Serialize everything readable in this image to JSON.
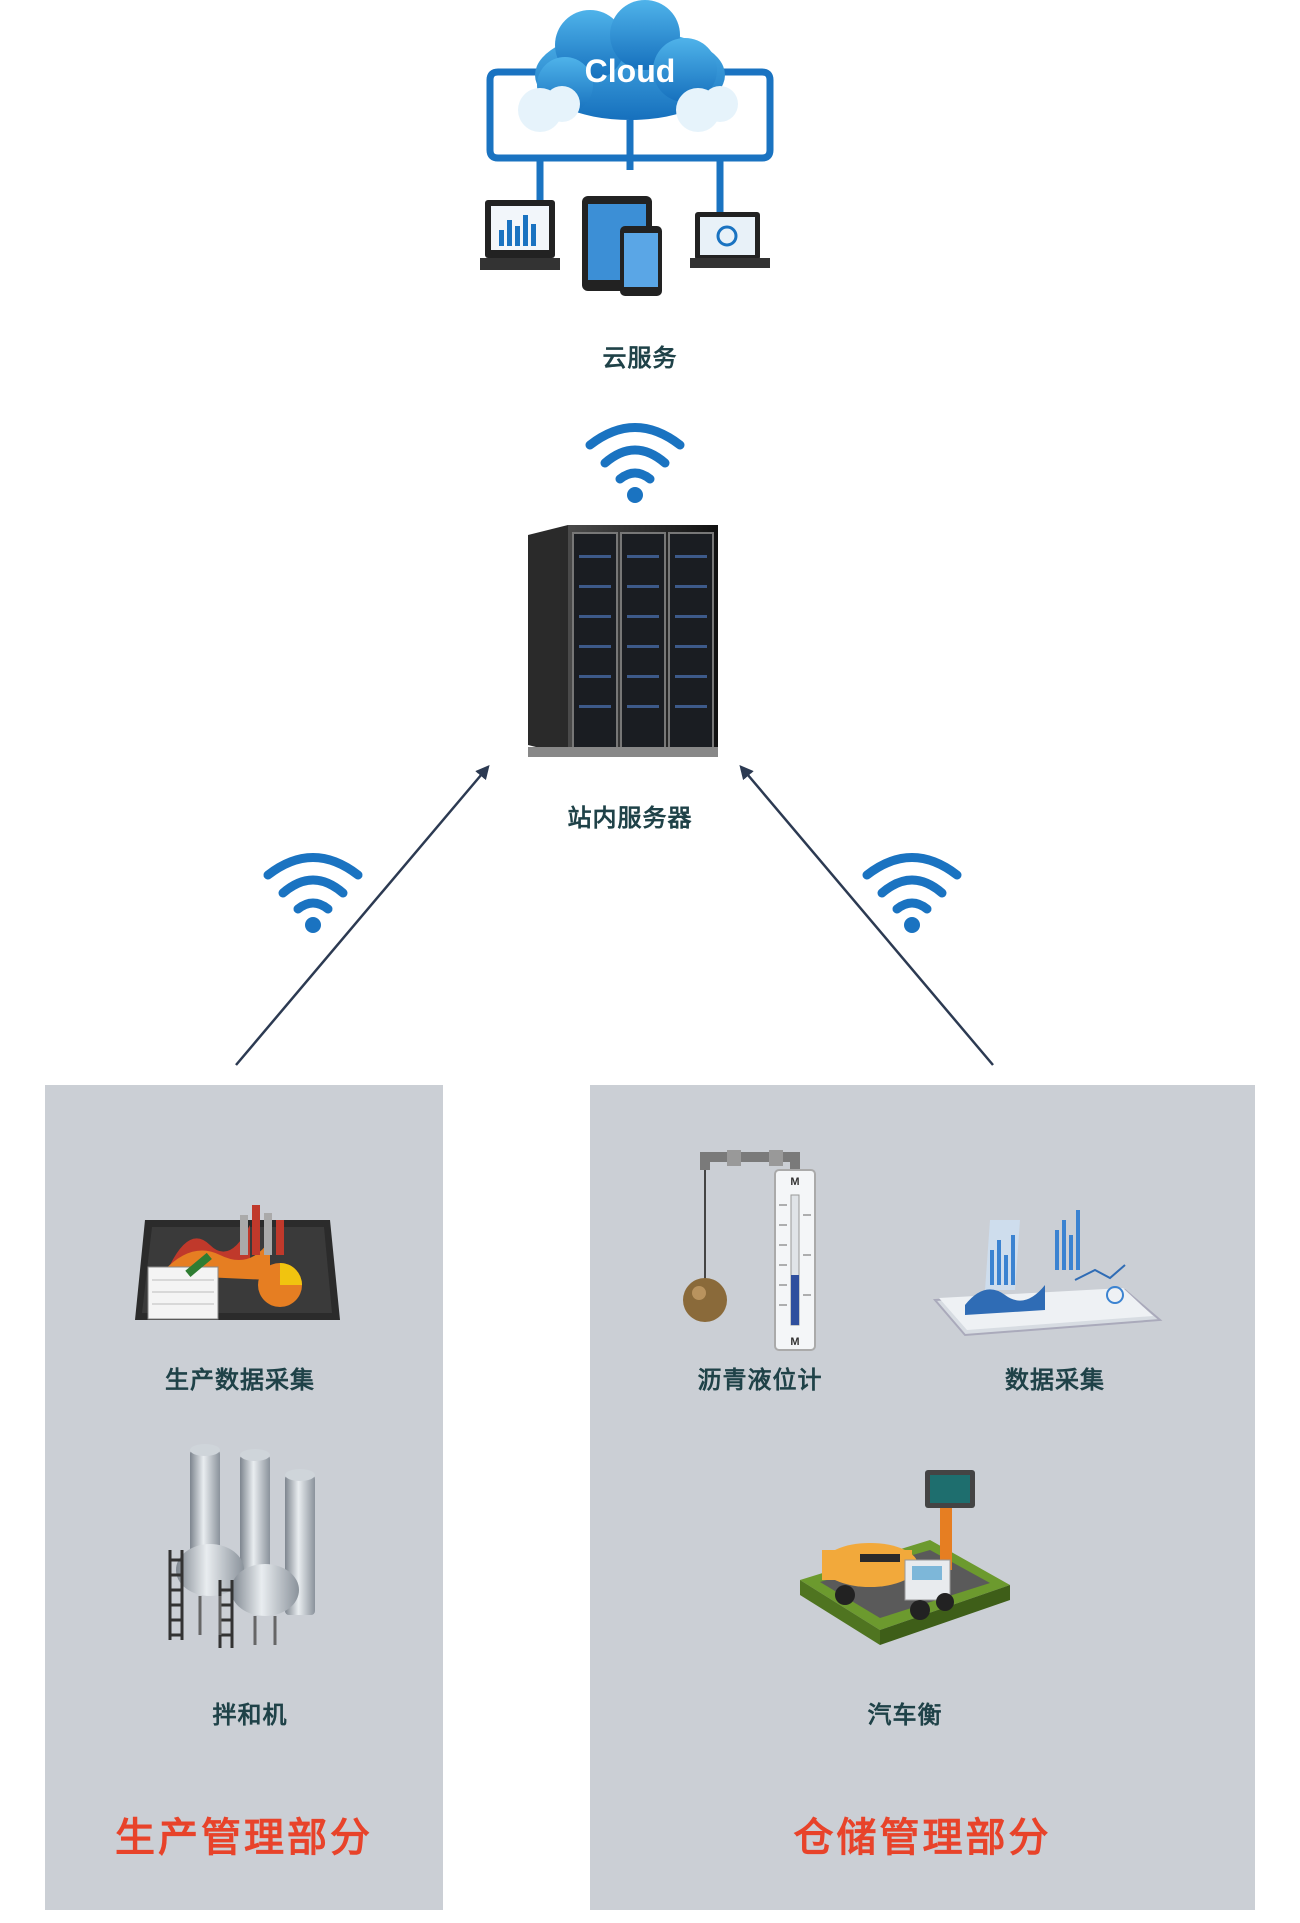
{
  "cloud": {
    "text": "Cloud",
    "label": "云服务"
  },
  "server": {
    "label": "站内服务器"
  },
  "production": {
    "title": "生产管理部分",
    "items": [
      {
        "label": "生产数据采集",
        "icon": "production-data-tablet-icon"
      },
      {
        "label": "拌和机",
        "icon": "mixing-plant-icon"
      }
    ]
  },
  "warehouse": {
    "title": "仓储管理部分",
    "items": [
      {
        "label": "沥青液位计",
        "icon": "level-gauge-icon"
      },
      {
        "label": "数据采集",
        "icon": "data-collection-tablet-icon"
      },
      {
        "label": "汽车衡",
        "icon": "truck-scale-icon"
      }
    ]
  },
  "colors": {
    "panel": "#cbcfd5",
    "label": "#1f4248",
    "section_title": "#e8432a",
    "cloud_blue": "#1a73c1",
    "arrow": "#2c3a52"
  }
}
